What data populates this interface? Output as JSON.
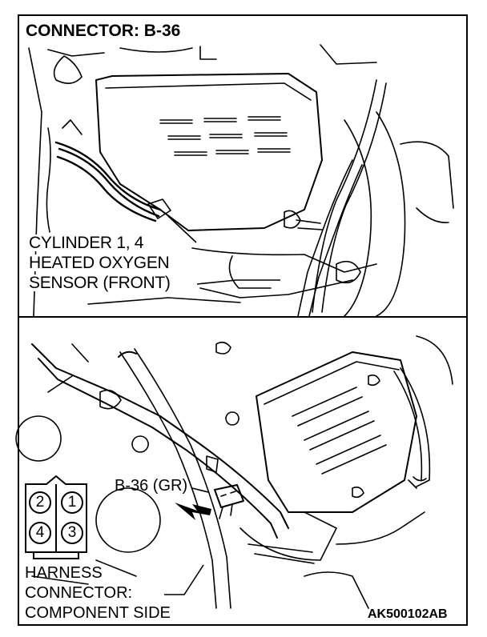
{
  "title": "CONNECTOR: B-36",
  "top_callout": {
    "line1": "CYLINDER 1, 4",
    "line2": "HEATED OXYGEN",
    "line3": "SENSOR (FRONT)"
  },
  "connector_callout": "B-36 (GR)",
  "connector_pins": [
    "2",
    "1",
    "4",
    "3"
  ],
  "harness_label": {
    "line1": "HARNESS",
    "line2": "CONNECTOR:",
    "line3": "COMPONENT SIDE"
  },
  "figure_code": "AK500102AB"
}
